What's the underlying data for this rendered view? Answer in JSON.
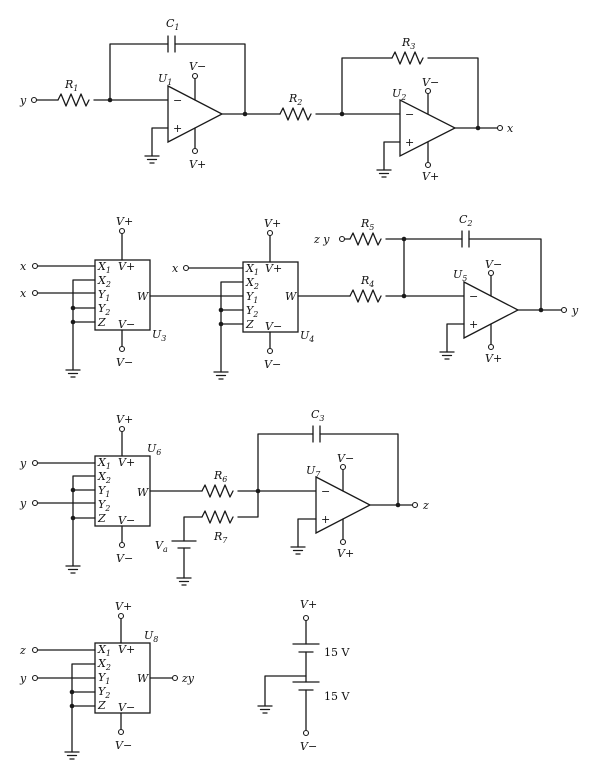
{
  "supply": {
    "vp": "V+",
    "vm": "V−"
  },
  "sub": {
    "n1": "1",
    "n2": "2",
    "n3": "3",
    "n4": "4",
    "n5": "5",
    "n6": "6",
    "n7": "7",
    "n8": "8",
    "a": "a"
  },
  "letters": {
    "C": "C",
    "R": "R",
    "U": "U",
    "X": "X",
    "Y": "Y",
    "Z": "Z",
    "W": "W"
  },
  "signals": {
    "x": "x",
    "y": "y",
    "z": "z",
    "zy": "z y",
    "zy_out": "zy",
    "Va": "V"
  },
  "opamp": {
    "minus": "−",
    "plus": "+"
  },
  "battery": {
    "label1": "15 V",
    "label2": "15 V"
  }
}
